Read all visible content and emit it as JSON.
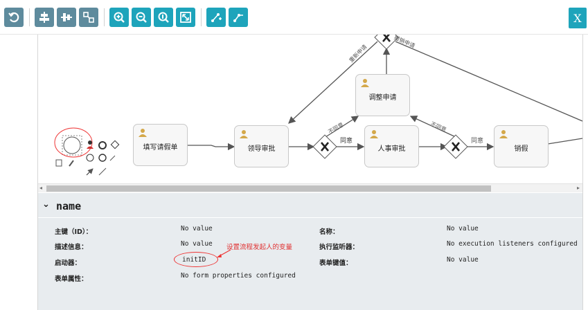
{
  "toolbar": {
    "close_label": "X",
    "buttons": [
      "undo-icon",
      "align-horizontal-icon",
      "align-vertical-icon",
      "same-size-icon",
      "zoom-in-icon",
      "zoom-out-icon",
      "zoom-actual-icon",
      "zoom-fit-icon",
      "bendpoint-add-icon",
      "bendpoint-remove-icon"
    ]
  },
  "diagram": {
    "tasks": {
      "fill_leave": "填写请假单",
      "leader_approve": "领导审批",
      "adjust_request": "调整申请",
      "hr_approve": "人事审批",
      "cancel_leave": "销假"
    },
    "flows": {
      "reapply": "重新申请",
      "cancel_apply": "撤销申请",
      "disagree1": "不同意",
      "agree1": "同意",
      "disagree2": "不同意",
      "agree2": "同意"
    }
  },
  "properties": {
    "title": "name",
    "rows": {
      "id_key": "主键（ID）：",
      "id_val": "No value",
      "name_key": "名称：",
      "name_val": "No value",
      "desc_key": "描述信息：",
      "desc_val": "No value",
      "listener_key": "执行监听器：",
      "listener_val": "No execution listeners configured",
      "initiator_key": "启动器：",
      "initiator_val": "initID",
      "formkey_key": "表单键值：",
      "formkey_val": "No value",
      "formprops_key": "表单属性：",
      "formprops_val": "No form properties configured"
    },
    "annotation": "设置流程发起人的变量"
  },
  "colors": {
    "toolbar_btn": "#5e8b9d",
    "toolbar_btn_teal": "#1ea4bb",
    "annotation": "#e03030"
  }
}
